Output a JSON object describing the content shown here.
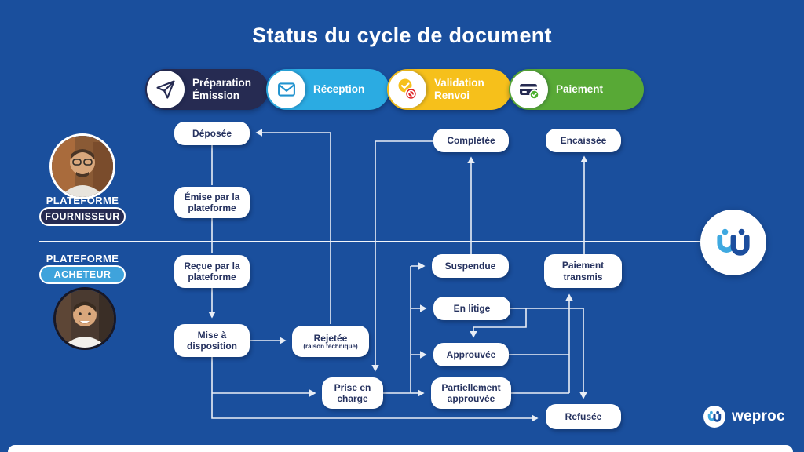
{
  "title": "Status du cycle de document",
  "phases": [
    {
      "label": "Préparation\nÉmission",
      "icon": "paper-plane-icon",
      "color": "#262B52"
    },
    {
      "label": "Réception",
      "icon": "envelope-icon",
      "color": "#2BABE2"
    },
    {
      "label": "Validation\nRenvoi",
      "icon": "check-and-block-icon",
      "color": "#F6C01B"
    },
    {
      "label": "Paiement",
      "icon": "credit-card-check-icon",
      "color": "#58A936"
    }
  ],
  "actors": {
    "supplier": {
      "title": "PLATEFORME",
      "badge": "FOURNISSEUR"
    },
    "buyer": {
      "title": "PLATEFORME",
      "badge": "ACHETEUR"
    }
  },
  "flow": {
    "boxes": [
      {
        "id": "deposee",
        "label": "Déposée"
      },
      {
        "id": "emise",
        "label": "Émise par la plateforme"
      },
      {
        "id": "recue",
        "label": "Reçue par la plateforme"
      },
      {
        "id": "mise-a-disposition",
        "label": "Mise à disposition"
      },
      {
        "id": "rejetee",
        "label": "Rejetée",
        "sublabel": "(raison technique)"
      },
      {
        "id": "prise-en-charge",
        "label": "Prise en charge"
      },
      {
        "id": "completee",
        "label": "Complétée"
      },
      {
        "id": "encaissee",
        "label": "Encaissée"
      },
      {
        "id": "suspendue",
        "label": "Suspendue"
      },
      {
        "id": "en-litige",
        "label": "En litige"
      },
      {
        "id": "approuvee",
        "label": "Approuvée"
      },
      {
        "id": "partiellement-approuvee",
        "label": "Partiellement approuvée"
      },
      {
        "id": "refusee",
        "label": "Refusée"
      },
      {
        "id": "paiement-transmis",
        "label": "Paiement transmis"
      }
    ],
    "edges": [
      "Déposée → Émise par la plateforme",
      "Émise par la plateforme → Reçue par la plateforme",
      "Reçue par la plateforme → Mise à disposition",
      "Mise à disposition → Rejetée (raison technique)",
      "Rejetée (raison technique) → Déposée",
      "Mise à disposition → Prise en charge",
      "Mise à disposition → Refusée",
      "Prise en charge → Suspendue",
      "Prise en charge → En litige",
      "Prise en charge → Approuvée",
      "Prise en charge → Partiellement approuvée",
      "Suspendue → Complétée",
      "Complétée → Prise en charge",
      "En litige → Approuvée",
      "En litige → Refusée",
      "Approuvée → Paiement transmis",
      "Partiellement approuvée → Paiement transmis",
      "Paiement transmis → Encaissée"
    ]
  },
  "brand": {
    "name": "weproc"
  },
  "colors": {
    "background": "#1A4F9D",
    "navy": "#262B52",
    "cyan": "#2BABE2",
    "yellow": "#F6C01B",
    "green": "#58A936",
    "red": "#E02427",
    "box_text": "#26325F",
    "line": "#E9EEF6"
  }
}
